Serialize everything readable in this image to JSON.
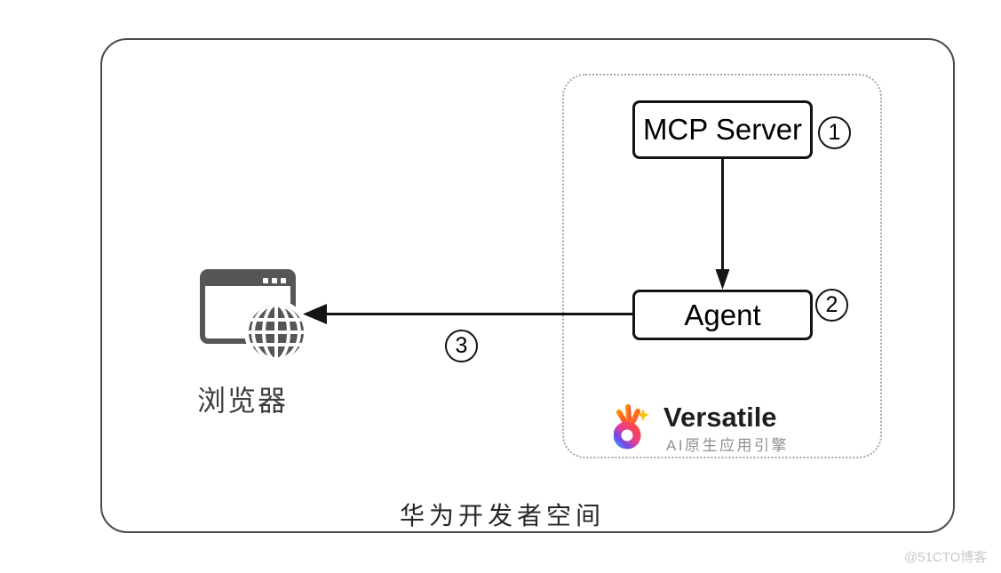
{
  "outer_container": {
    "label": "华为开发者空间"
  },
  "nodes": {
    "mcp_server": {
      "label": "MCP Server",
      "badge": "1"
    },
    "agent": {
      "label": "Agent",
      "badge": "2"
    }
  },
  "arrows": {
    "mcp_to_agent": "down",
    "agent_to_browser": "left",
    "agent_to_browser_badge": "3"
  },
  "browser": {
    "label": "浏览器",
    "icon": "browser-window-globe-icon"
  },
  "logo": {
    "name": "Versatile",
    "subtitle": "AI原生应用引擎",
    "icon": "versatile-hand-ring-icon"
  },
  "watermark": "@51CTO博客",
  "colors": {
    "stroke": "#141414",
    "outer_border": "#4a4a4a",
    "dashed_border": "#a8a8a8",
    "icon_gray": "#565656",
    "logo_text": "#1f1f1f",
    "logo_subtitle": "#909090",
    "logo_orange": "#ff8a00",
    "logo_red": "#ff4b3e",
    "logo_pink": "#e83e8c",
    "logo_purple": "#7048e8",
    "logo_blue": "#4f8df9",
    "sparkle_yellow": "#ffc21a",
    "watermark": "#c9c9c9"
  }
}
